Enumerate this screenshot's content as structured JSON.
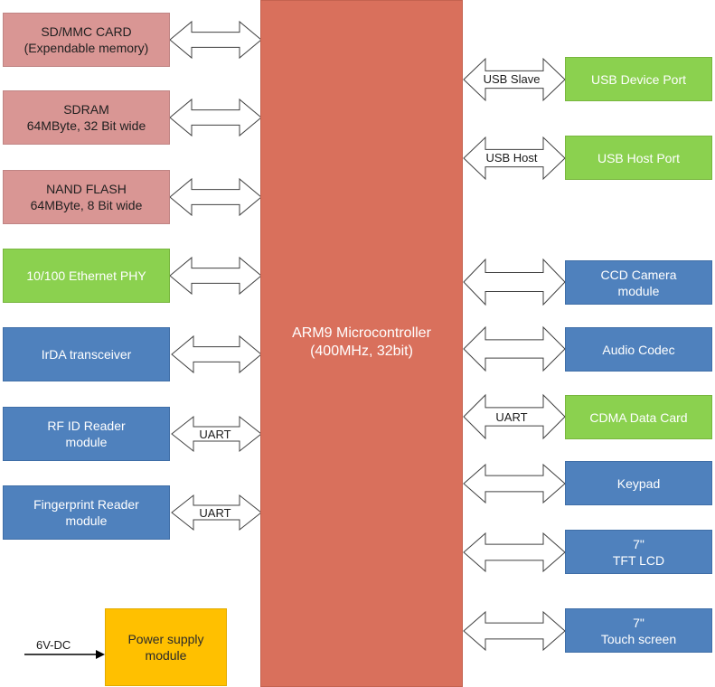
{
  "microcontroller": {
    "line1": "ARM9  Microcontroller",
    "line2": "(400MHz, 32bit)"
  },
  "left_blocks": [
    {
      "id": "sdmmc",
      "lines": [
        "SD/MMC CARD",
        "(Expendable memory)"
      ],
      "color": "#d99694"
    },
    {
      "id": "sdram",
      "lines": [
        "SDRAM",
        "64MByte, 32 Bit wide"
      ],
      "color": "#d99694"
    },
    {
      "id": "nand",
      "lines": [
        "NAND FLASH",
        "64MByte, 8 Bit wide"
      ],
      "color": "#d99694"
    },
    {
      "id": "ethernet",
      "lines": [
        "10/100 Ethernet PHY"
      ],
      "color": "#8bd14f"
    },
    {
      "id": "irda",
      "lines": [
        "IrDA transceiver"
      ],
      "color": "#4f81bd"
    },
    {
      "id": "rfid",
      "lines": [
        "RF ID Reader",
        "module"
      ],
      "color": "#4f81bd"
    },
    {
      "id": "fingerprint",
      "lines": [
        "Fingerprint Reader",
        "module"
      ],
      "color": "#4f81bd"
    }
  ],
  "right_blocks": [
    {
      "id": "usb-device",
      "lines": [
        "USB Device Port"
      ],
      "color": "#8bd14f"
    },
    {
      "id": "usb-host",
      "lines": [
        "USB Host Port"
      ],
      "color": "#8bd14f"
    },
    {
      "id": "ccd",
      "lines": [
        "CCD Camera",
        "module"
      ],
      "color": "#4f81bd"
    },
    {
      "id": "audio",
      "lines": [
        "Audio Codec"
      ],
      "color": "#4f81bd"
    },
    {
      "id": "cdma",
      "lines": [
        "CDMA Data Card"
      ],
      "color": "#8bd14f"
    },
    {
      "id": "keypad",
      "lines": [
        "Keypad"
      ],
      "color": "#4f81bd"
    },
    {
      "id": "tft",
      "lines": [
        "7\"",
        "TFT LCD"
      ],
      "color": "#4f81bd"
    },
    {
      "id": "touch",
      "lines": [
        "7\"",
        "Touch screen"
      ],
      "color": "#4f81bd"
    }
  ],
  "power": {
    "lines": [
      "Power supply",
      "module"
    ],
    "input_label": "6V-DC",
    "color": "#ffc000"
  },
  "arrow_labels": {
    "usb_slave": "USB Slave",
    "usb_host": "USB Host",
    "uart_cdma": "UART",
    "uart_rfid": "UART",
    "uart_fingerprint": "UART"
  },
  "colors": {
    "memory": "#d99694",
    "network": "#8bd14f",
    "peripheral": "#4f81bd",
    "power": "#ffc000",
    "microcontroller": "#d9705c"
  }
}
